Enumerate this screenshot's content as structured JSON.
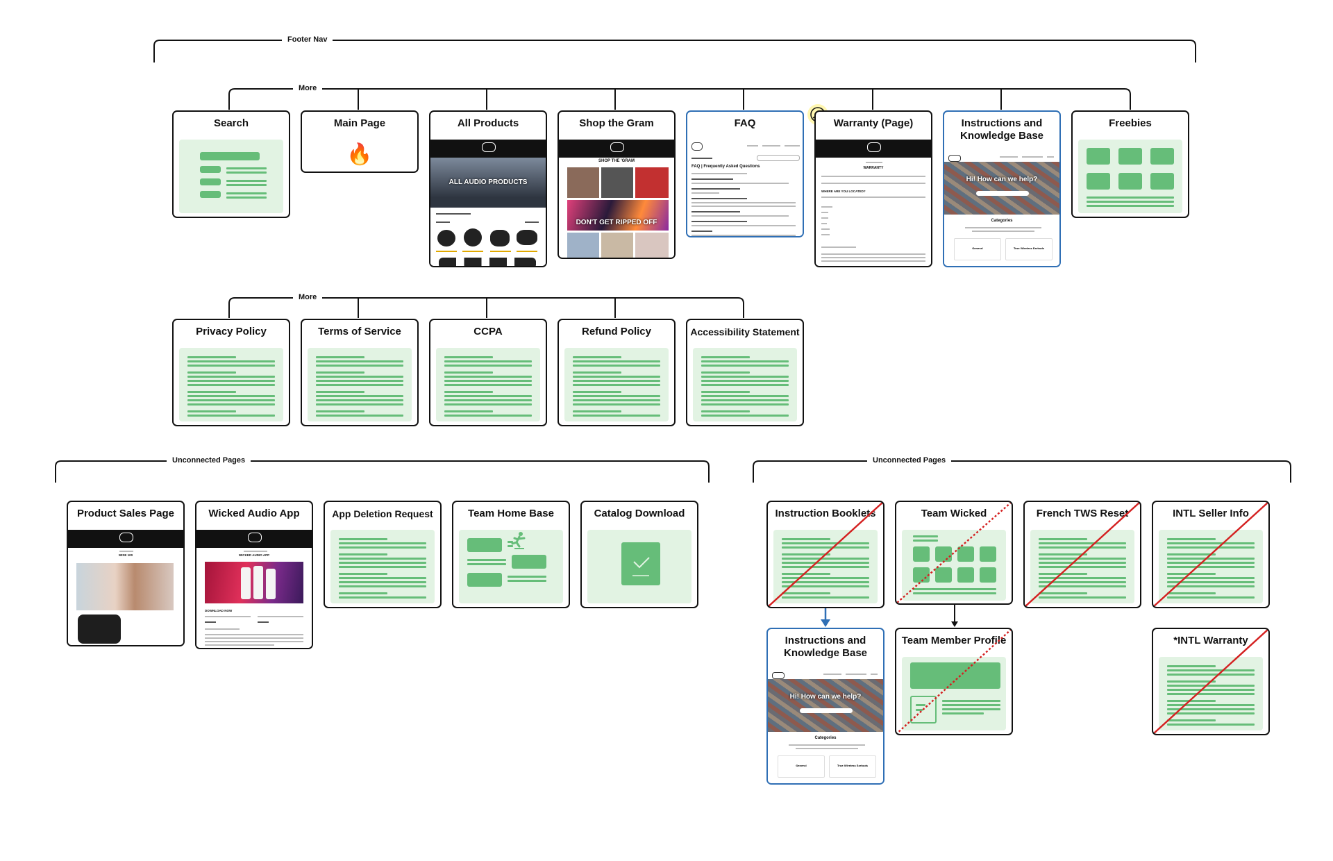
{
  "groups": {
    "footer_nav": "Footer Nav",
    "more_1": "More",
    "more_2": "More",
    "unconnected_left": "Unconnected Pages",
    "unconnected_right": "Unconnected Pages"
  },
  "row1": {
    "search": "Search",
    "main_page": "Main Page",
    "all_products": "All Products",
    "shop_the_gram": "Shop the Gram",
    "faq": "FAQ",
    "warranty": "Warranty (Page)",
    "instructions": "Instructions and\nKnowledge Base",
    "freebies": "Freebies"
  },
  "row2": {
    "privacy": "Privacy Policy",
    "terms": "Terms of Service",
    "ccpa": "CCPA",
    "refund": "Refund Policy",
    "accessibility": "Accessibility Statement"
  },
  "unconnected_left": {
    "product_sales": "Product Sales Page",
    "wicked_app": "Wicked Audio App",
    "app_deletion": "App Deletion Request",
    "team_home": "Team Home Base",
    "catalog": "Catalog Download"
  },
  "unconnected_right": {
    "booklets": "Instruction Booklets",
    "team_wicked": "Team Wicked",
    "french_tws": "French TWS Reset",
    "intl_seller": "INTL Seller Info",
    "instructions2": "Instructions and\nKnowledge Base",
    "team_member": "Team Member Profile",
    "intl_warranty": "*INTL Warranty"
  },
  "screens": {
    "all_products_hero": "ALL AUDIO PRODUCTS",
    "gram_tagline": "SHOP THE 'GRAM",
    "gram_banner": "DON'T GET RIPPED OFF",
    "faq_heading": "FAQ | Frequently Asked Questions",
    "warranty_heading": "WARRANTY",
    "warranty_sub": "WHERE ARE YOU LOCATED?",
    "help_heading": "Hi! How can we help?",
    "categories": "Categories",
    "cat_general": "General",
    "cat_tws": "True Wireless Earbuds",
    "product_name": "WISE 100",
    "app_name": "WICKED AUDIO APP",
    "download_now": "DOWNLOAD NOW"
  },
  "colors": {
    "green_panel": "#e2f3e3",
    "green_mark": "#66bd79",
    "border": "#111111",
    "blue": "#2f6fb5",
    "red_cross": "#d42020"
  }
}
